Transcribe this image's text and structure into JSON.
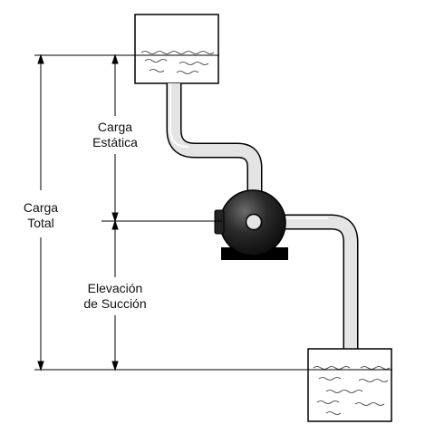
{
  "labels": {
    "static_head": [
      "Carga",
      "Estática"
    ],
    "total_head": [
      "Carga",
      "Total"
    ],
    "suction_lift": [
      "Elevación",
      "de Succión"
    ]
  },
  "colors": {
    "pipe_fill": "#e4e4e4",
    "pump_body": "#1a1a1a",
    "pump_base": "#000000",
    "line": "#000000",
    "background": "#ffffff"
  }
}
